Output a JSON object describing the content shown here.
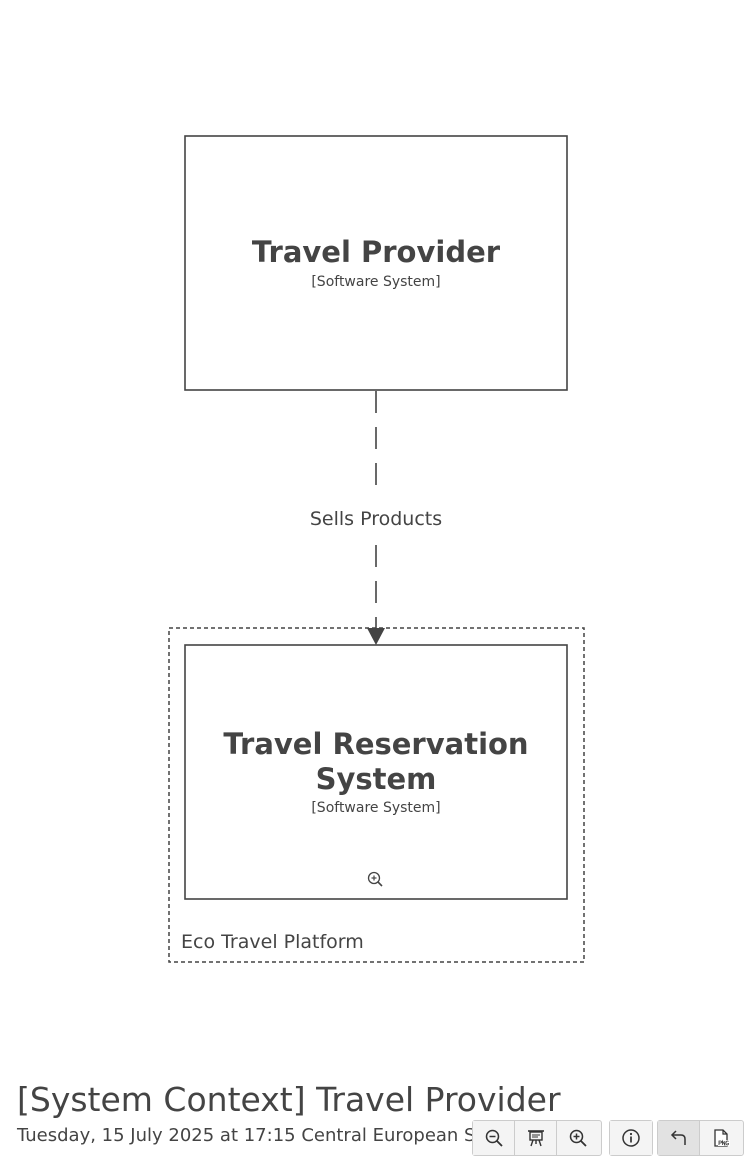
{
  "diagram": {
    "elements": {
      "provider": {
        "name": "Travel Provider",
        "type": "[Software System]"
      },
      "reservation": {
        "name_line1": "Travel Reservation",
        "name_line2": "System",
        "type": "[Software System]"
      }
    },
    "relationship": {
      "label": "Sells Products"
    },
    "boundary": {
      "label": "Eco Travel Platform"
    }
  },
  "footer": {
    "title": "[System Context] Travel Provider",
    "date": "Tuesday, 15 July 2025 at 17:15 Central European Summer Time"
  },
  "toolbar": {
    "buttons": [
      {
        "icon": "zoom-out-icon"
      },
      {
        "icon": "presentation-icon"
      },
      {
        "icon": "zoom-in-icon"
      },
      {
        "icon": "info-icon"
      },
      {
        "icon": "undo-icon"
      },
      {
        "icon": "export-png-icon"
      }
    ]
  }
}
